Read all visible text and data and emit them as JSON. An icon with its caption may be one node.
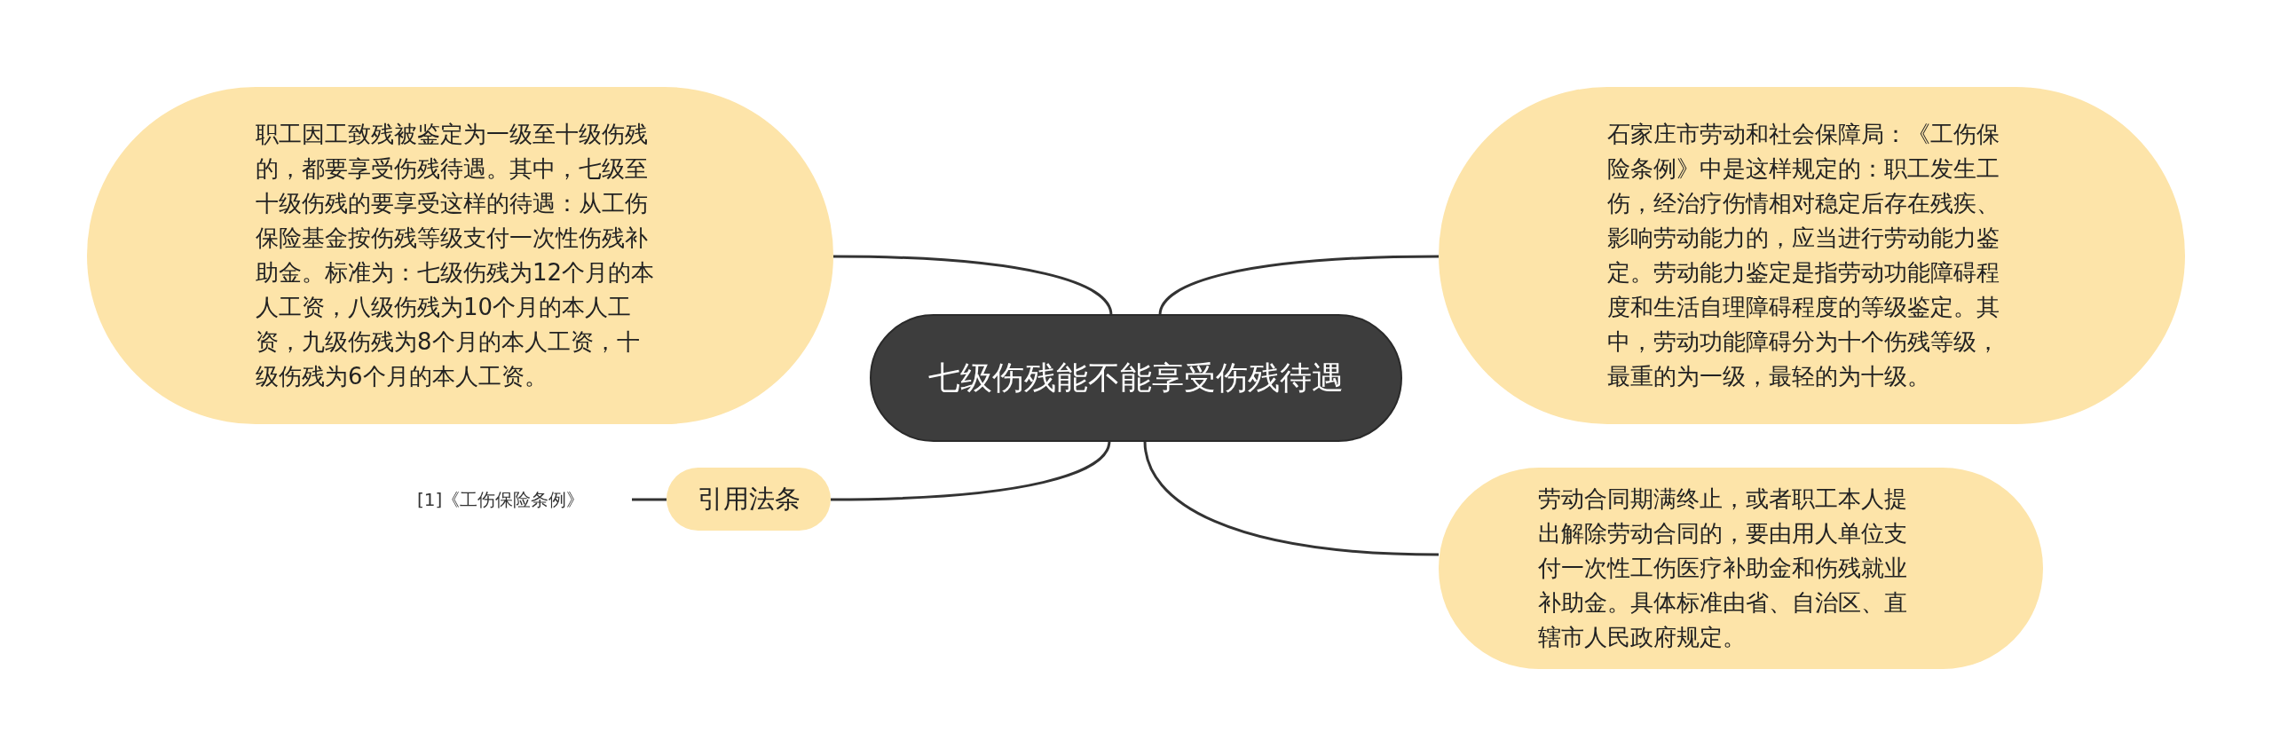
{
  "diagram": {
    "nodes": [
      {
        "text": [
          "七级伤残能不能享受伤残待遇"
        ]
      },
      {
        "text": [
          "职工因工致残被鉴定为一级至十级伤残的，都要享受伤残待遇。其中，七级至十级伤残的要享受这样的待遇：从工伤保险基金按伤残等级支付一次性伤残补助金。标准为：七级伤残为12个月的本人工资，八级伤残为10个月的本人工资，九级伤残为8个月的本人工资，十级伤残为6个月的本人工资。"
        ]
      },
      {
        "text": [
          "石家庄市劳动和社会保障局：《工伤保险条例》中是这样规定的：职工发生工伤，经治疗伤情相对稳定后存在残疾、影响劳动能力的，应当进行劳动能力鉴定。劳动能力鉴定是指劳动功能障碍程度和生活自理障碍程度的等级鉴定。其中，劳动功能障碍分为十个伤残等级，最重的为一级，最轻的为十级。"
        ]
      },
      {
        "text": [
          "引用法条"
        ]
      },
      {
        "text": [
          "劳动合同期满终止，或者职工本人提出解除劳动合同的，要由用人单位支付一次性工伤医疗补助金和伤残就业补助金。具体标准由省、自治区、直辖市人民政府规定。"
        ]
      },
      {
        "text": [
          "[1]《工伤保险条例》"
        ]
      }
    ],
    "edges": [
      {
        "from": 0,
        "to": 1,
        "arrow": "none"
      },
      {
        "from": 0,
        "to": 2,
        "arrow": "none"
      },
      {
        "from": 0,
        "to": 3,
        "arrow": "none"
      },
      {
        "from": 0,
        "to": 4,
        "arrow": "none"
      },
      {
        "from": 3,
        "to": 5,
        "arrow": "none"
      }
    ]
  }
}
